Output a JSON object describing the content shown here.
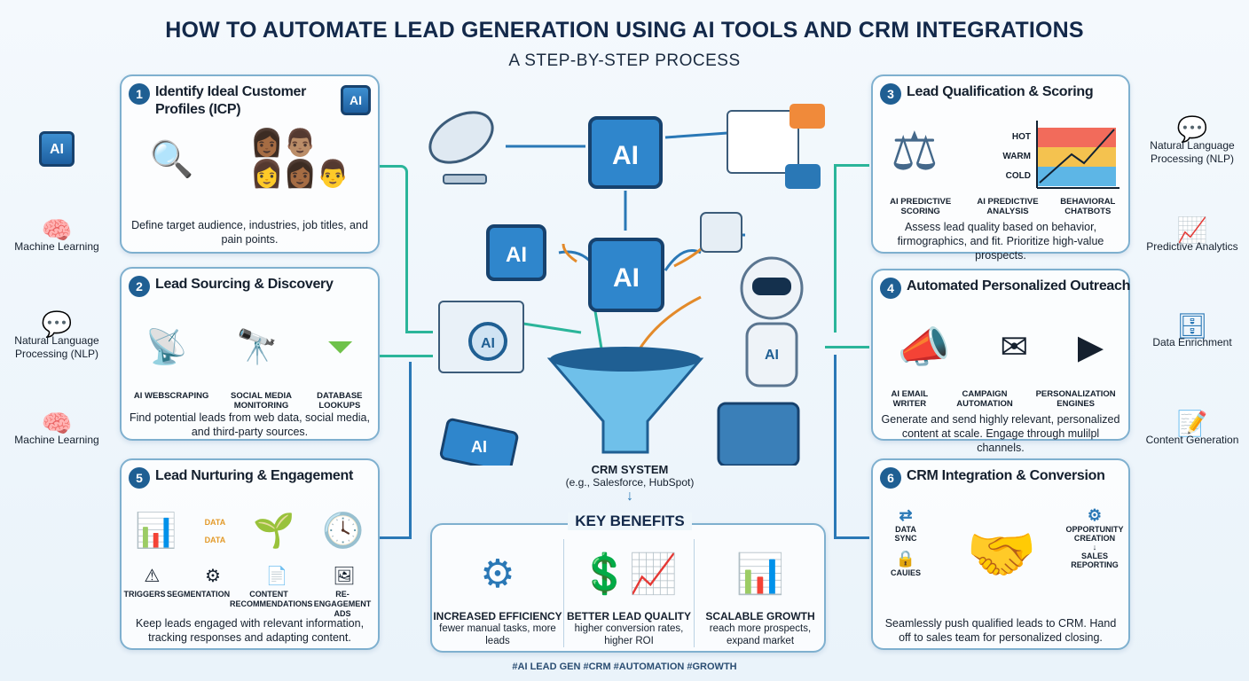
{
  "title": "HOW TO AUTOMATE LEAD GENERATION USING AI TOOLS AND CRM INTEGRATIONS",
  "subtitle": "A STEP-BY-STEP PROCESS",
  "left_sidebar": [
    {
      "label": "",
      "icon": "ai-chip-icon",
      "chip": "AI"
    },
    {
      "label": "Machine Learning",
      "icon": "brain-icon"
    },
    {
      "label": "Natural Language Processing (NLP)",
      "icon": "chat-bubble-icon"
    },
    {
      "label": "Machine Learning",
      "icon": "brain-icon"
    }
  ],
  "right_sidebar": [
    {
      "label": "Natural Language Processing (NLP)",
      "icon": "chat-bubble-icon"
    },
    {
      "label": "Predictive Analytics",
      "icon": "bar-chart-icon"
    },
    {
      "label": "Data Enrichment",
      "icon": "database-search-icon"
    },
    {
      "label": "Content Generation",
      "icon": "document-pen-icon"
    }
  ],
  "steps": [
    {
      "num": "1",
      "title": "Identify Ideal Customer Profiles (ICP)",
      "chip": "AI",
      "labels": [],
      "desc": "Define target audience, industries, job titles, and pain points."
    },
    {
      "num": "2",
      "title": "Lead Sourcing & Discovery",
      "labels": [
        "AI WEBSCRAPING",
        "SOCIAL MEDIA MONITORING",
        "DATABASE LOOKUPS"
      ],
      "desc": "Find potential leads from web data, social media, and third-party sources."
    },
    {
      "num": "3",
      "title": "Lead Qualification & Scoring",
      "labels": [
        "AI PREDICTIVE SCORING",
        "AI PREDICTIVE ANALYSIS",
        "BEHAVIORAL CHATBOTS"
      ],
      "score_levels": [
        "HOT",
        "WARM",
        "COLD"
      ],
      "desc": "Assess lead quality based on behavior, firmographics, and fit. Prioritize high-value prospects."
    },
    {
      "num": "4",
      "title": "Automated Personalized Outreach",
      "labels": [
        "AI EMAIL WRITER",
        "CAMPAIGN AUTOMATION",
        "PERSONALIZATION ENGINES"
      ],
      "desc": "Generate and send highly relevant, personalized content at scale. Engage through mulilpl channels."
    },
    {
      "num": "5",
      "title": "Lead Nurturing & Engagement",
      "labels": [
        "TRIGGERS",
        "SEGMENTATION",
        "CONTENT RECOMMENDATIONS",
        "RE-ENGAGEMENT ADS"
      ],
      "tags": [
        "DATA",
        "DATA"
      ],
      "desc": "Keep leads engaged with relevant information, tracking responses and adapting content."
    },
    {
      "num": "6",
      "title": "CRM Integration & Conversion",
      "labels": [
        "DATA SYNC",
        "CAUIES",
        "OPPORTUNITY CREATION",
        "SALES REPORTING"
      ],
      "desc": "Seamlessly push qualified leads to CRM. Hand off to sales team for personalized closing."
    }
  ],
  "center": {
    "chips": [
      "AI",
      "AI",
      "AI",
      "AI",
      "AI",
      "AI"
    ],
    "crm_title": "CRM SYSTEM",
    "crm_sub": "(e.g., Salesforce, HubSpot)"
  },
  "key_benefits": {
    "title": "KEY BENEFITS",
    "items": [
      {
        "title": "INCREASED EFFICIENCY",
        "sub": "fewer manual tasks, more leads",
        "icon": "gear-check-icon"
      },
      {
        "title": "BETTER LEAD QUALITY",
        "sub": "higher conversion rates, higher ROI",
        "icon": "dollar-growth-icon"
      },
      {
        "title": "SCALABLE GROWTH",
        "sub": "reach more prospects, expand market",
        "icon": "growth-chart-icon"
      }
    ]
  },
  "hashtags": "#AI LEAD GEN  #CRM  #AUTOMATION  #GROWTH",
  "colors": {
    "accent": "#1f5f93",
    "connector": "#2bb59a",
    "hot": "#f26b5b",
    "warm": "#f4c24f",
    "cold": "#5db6e6"
  }
}
